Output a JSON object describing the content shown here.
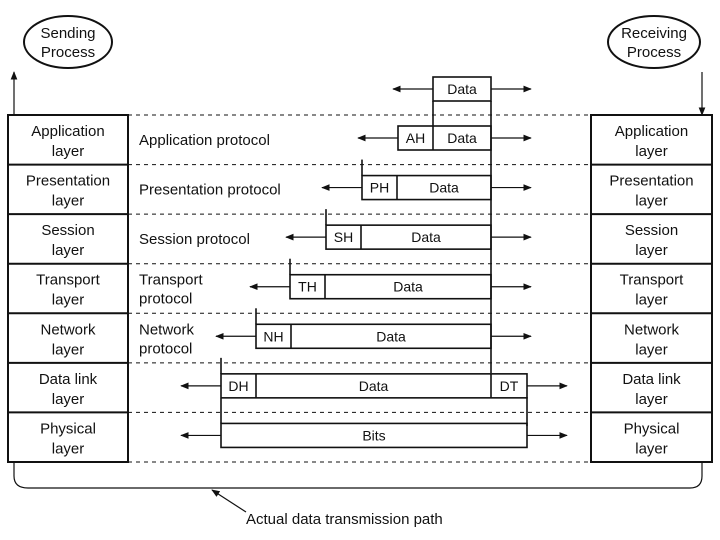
{
  "processes": {
    "sending": [
      "Sending",
      "Process"
    ],
    "receiving": [
      "Receiving",
      "Process"
    ]
  },
  "layers": [
    {
      "name": [
        "Application",
        "layer"
      ],
      "protocol": [
        "Application protocol"
      ],
      "header": "AH",
      "payload": "Data",
      "trailer": ""
    },
    {
      "name": [
        "Presentation",
        "layer"
      ],
      "protocol": [
        "Presentation protocol"
      ],
      "header": "PH",
      "payload": "Data",
      "trailer": ""
    },
    {
      "name": [
        "Session",
        "layer"
      ],
      "protocol": [
        "Session protocol"
      ],
      "header": "SH",
      "payload": "Data",
      "trailer": ""
    },
    {
      "name": [
        "Transport",
        "layer"
      ],
      "protocol": [
        "Transport",
        "protocol"
      ],
      "header": "TH",
      "payload": "Data",
      "trailer": ""
    },
    {
      "name": [
        "Network",
        "layer"
      ],
      "protocol": [
        "Network",
        "protocol"
      ],
      "header": "NH",
      "payload": "Data",
      "trailer": ""
    },
    {
      "name": [
        "Data link",
        "layer"
      ],
      "protocol": [],
      "header": "DH",
      "payload": "Data",
      "trailer": "DT"
    },
    {
      "name": [
        "Physical",
        "layer"
      ],
      "protocol": [],
      "header": "",
      "payload": "Bits",
      "trailer": ""
    }
  ],
  "top_data": "Data",
  "path_label": "Actual data transmission path",
  "colors": {
    "line": "#111111",
    "background": "#ffffff"
  }
}
